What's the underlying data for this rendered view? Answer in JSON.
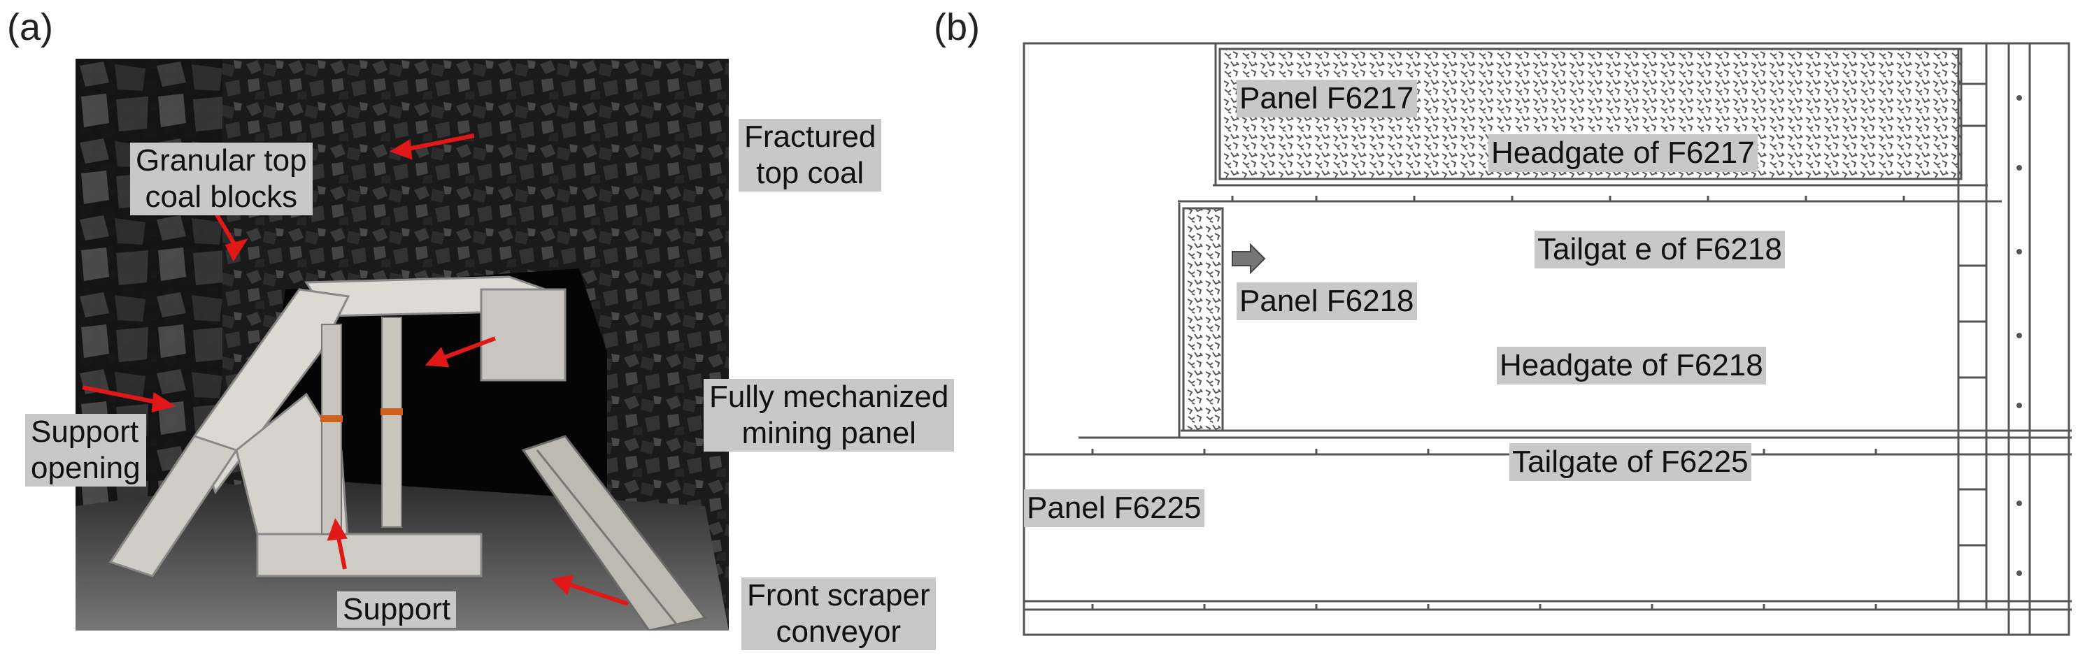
{
  "figure": {
    "letter_a": "(a)",
    "letter_b": "(b)"
  },
  "photo_labels": {
    "granular_line1": "Granular top",
    "granular_line2": "coal blocks",
    "fractured_line1": "Fractured",
    "fractured_line2": "top coal",
    "mining_line1": "Fully mechanized",
    "mining_line2": "mining panel",
    "opening_line1": "Support",
    "opening_line2": "opening",
    "support": "Support",
    "conveyor_line1": "Front scraper",
    "conveyor_line2": "conveyor"
  },
  "plan_labels": {
    "panel_f6217": "Panel F6217",
    "headgate_f6217": "Headgate of F6217",
    "tailgate_f6218": "Tailgat e of F6218",
    "panel_f6218": "Panel F6218",
    "headgate_f6218": "Headgate of F6218",
    "tailgate_f6225": "Tailgate of F6225",
    "panel_f6225": "Panel F6225"
  },
  "colors": {
    "arrow": "#e01818",
    "label_bg": "#c8c8c8",
    "support_body": "#d9d6d0",
    "goaf_hatch": "#555555",
    "plan_line": "#555555"
  }
}
